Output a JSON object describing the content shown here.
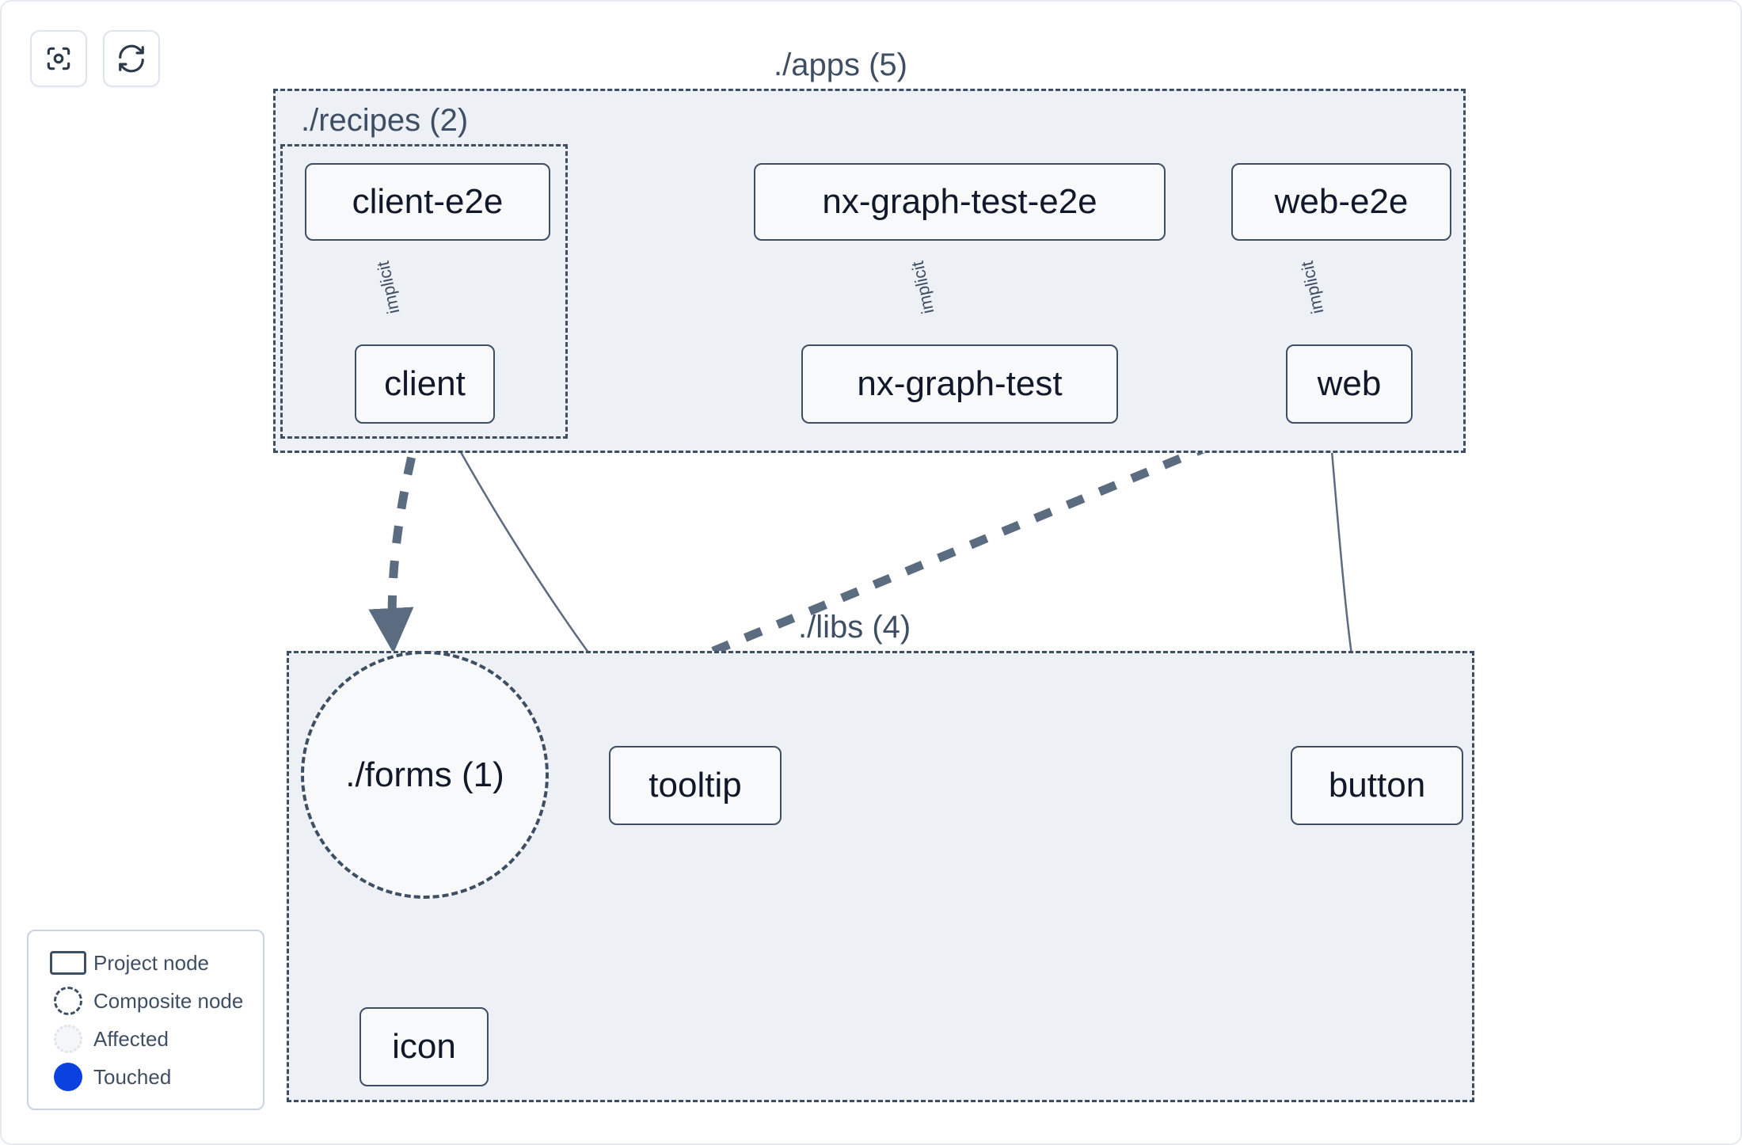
{
  "toolbar": {
    "buttons": [
      {
        "name": "focus-graph-button",
        "icon": "focus-target-icon",
        "title": "Focus graph"
      },
      {
        "name": "refresh-graph-button",
        "icon": "refresh-icon",
        "title": "Refresh graph"
      }
    ]
  },
  "groups": [
    {
      "id": "apps",
      "label": "./apps (5)",
      "count": 5
    },
    {
      "id": "recipes",
      "label": "./recipes (2)",
      "count": 2
    },
    {
      "id": "libs",
      "label": "./libs (4)",
      "count": 4
    }
  ],
  "nodes": [
    {
      "id": "client-e2e",
      "label": "client-e2e",
      "type": "project",
      "group": "recipes"
    },
    {
      "id": "nx-graph-test-e2e",
      "label": "nx-graph-test-e2e",
      "type": "project",
      "group": "apps"
    },
    {
      "id": "web-e2e",
      "label": "web-e2e",
      "type": "project",
      "group": "apps"
    },
    {
      "id": "client",
      "label": "client",
      "type": "project",
      "group": "recipes"
    },
    {
      "id": "nx-graph-test",
      "label": "nx-graph-test",
      "type": "project",
      "group": "apps"
    },
    {
      "id": "web",
      "label": "web",
      "type": "project",
      "group": "apps"
    },
    {
      "id": "forms",
      "label": "./forms (1)",
      "type": "composite",
      "group": "libs"
    },
    {
      "id": "tooltip",
      "label": "tooltip",
      "type": "project",
      "group": "libs"
    },
    {
      "id": "button",
      "label": "button",
      "type": "project",
      "group": "libs"
    },
    {
      "id": "icon",
      "label": "icon",
      "type": "project",
      "group": "libs"
    }
  ],
  "edges": [
    {
      "from": "client-e2e",
      "to": "client",
      "label": "implicit",
      "style": "solid"
    },
    {
      "from": "nx-graph-test-e2e",
      "to": "nx-graph-test",
      "label": "implicit",
      "style": "solid"
    },
    {
      "from": "web-e2e",
      "to": "web",
      "label": "implicit",
      "style": "solid"
    },
    {
      "from": "client",
      "to": "forms",
      "label": "",
      "style": "dashed"
    },
    {
      "from": "client",
      "to": "tooltip",
      "label": "",
      "style": "solid"
    },
    {
      "from": "web",
      "to": "forms",
      "label": "",
      "style": "dashed"
    },
    {
      "from": "web",
      "to": "button",
      "label": "",
      "style": "solid"
    },
    {
      "from": "forms",
      "to": "icon",
      "label": "",
      "style": "dashed"
    }
  ],
  "legend": {
    "items": [
      {
        "swatch": "project-node-swatch",
        "label": "Project node"
      },
      {
        "swatch": "composite-node-swatch",
        "label": "Composite node"
      },
      {
        "swatch": "affected-swatch",
        "label": "Affected"
      },
      {
        "swatch": "touched-swatch",
        "label": "Touched"
      }
    ]
  },
  "colors": {
    "group_fill": "#edf0f5",
    "group_border": "#3f4f63",
    "node_fill": "#f7f9fb",
    "node_border": "#3f4f63",
    "node_text": "#10182a",
    "edge": "#5b6b80",
    "touched": "#0b41de",
    "canvas": "#ffffff"
  }
}
